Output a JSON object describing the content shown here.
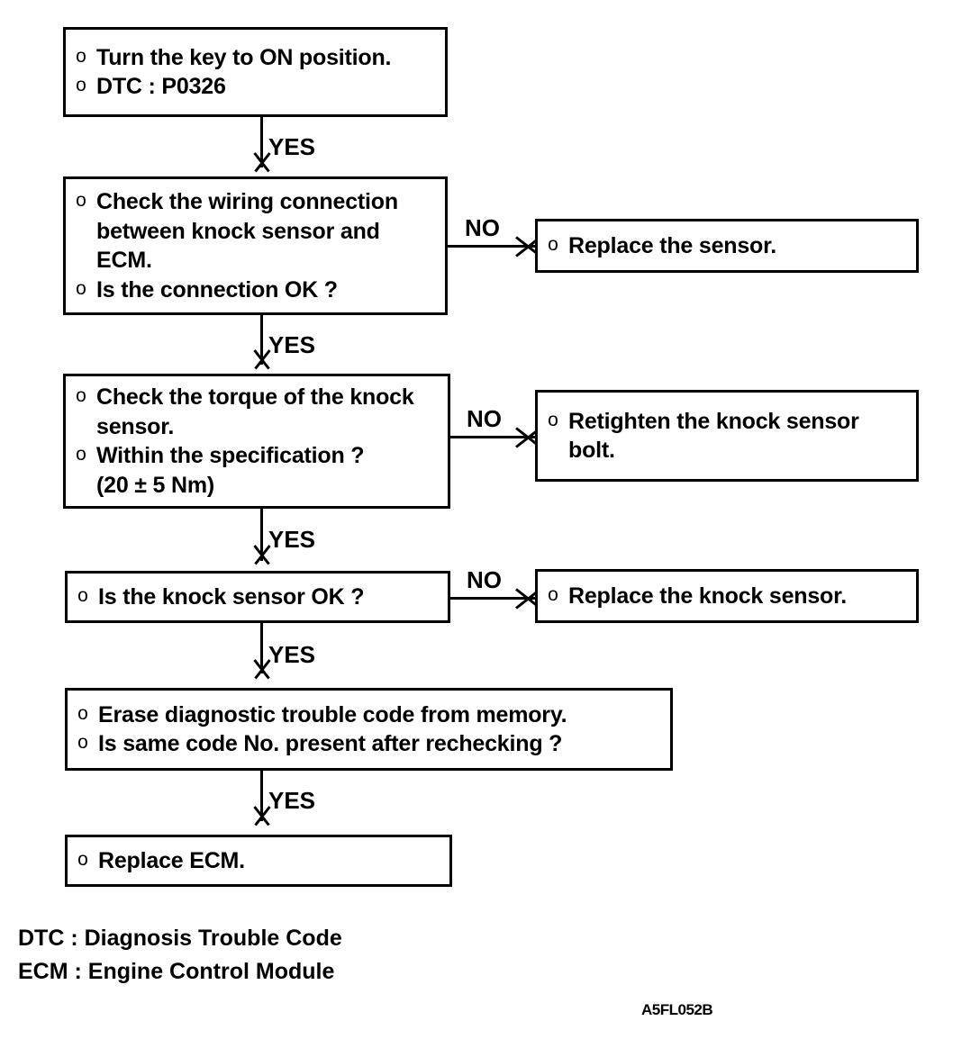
{
  "figure": {
    "code": "A5FL052B",
    "title": "Knock sensor DTC P0326 diagnostic flow"
  },
  "nodes": {
    "start": {
      "lines": [
        {
          "bullet": "o",
          "text": "Turn the key to ON position."
        },
        {
          "bullet": "o",
          "text": "DTC : P0326"
        }
      ]
    },
    "check_wiring": {
      "lines": [
        {
          "bullet": "o",
          "text": "Check the wiring connection\nbetween knock sensor and\nECM."
        },
        {
          "bullet": "o",
          "text": "Is the connection OK ?"
        }
      ]
    },
    "replace_sensor": {
      "lines": [
        {
          "bullet": "o",
          "text": "Replace the sensor."
        }
      ]
    },
    "check_torque": {
      "lines": [
        {
          "bullet": "o",
          "text": "Check the torque of the knock\nsensor."
        },
        {
          "bullet": "o",
          "text": "Within the specification ?\n(20 ± 5 Nm)"
        }
      ]
    },
    "retighten_bolt": {
      "lines": [
        {
          "bullet": "o",
          "text": "Retighten the knock sensor\nbolt."
        }
      ]
    },
    "sensor_ok": {
      "lines": [
        {
          "bullet": "o",
          "text": "Is the knock sensor OK ?"
        }
      ]
    },
    "replace_knock_sensor": {
      "lines": [
        {
          "bullet": "o",
          "text": "Replace the knock sensor."
        }
      ]
    },
    "erase_code": {
      "lines": [
        {
          "bullet": "o",
          "text": "Erase diagnostic trouble code from memory."
        },
        {
          "bullet": "o",
          "text": "Is same code No. present after rechecking ?"
        }
      ]
    },
    "replace_ecm": {
      "lines": [
        {
          "bullet": "o",
          "text": "Replace ECM."
        }
      ]
    }
  },
  "edges": {
    "yes_1": "YES",
    "no_1": "NO",
    "yes_2": "YES",
    "no_2": "NO",
    "yes_3": "YES",
    "no_3": "NO",
    "yes_4": "YES",
    "yes_5": "YES"
  },
  "legend": {
    "text": "DTC : Diagnosis Trouble Code\nECM : Engine Control Module"
  },
  "colors": {
    "ink": "#000000",
    "paper": "#ffffff"
  }
}
